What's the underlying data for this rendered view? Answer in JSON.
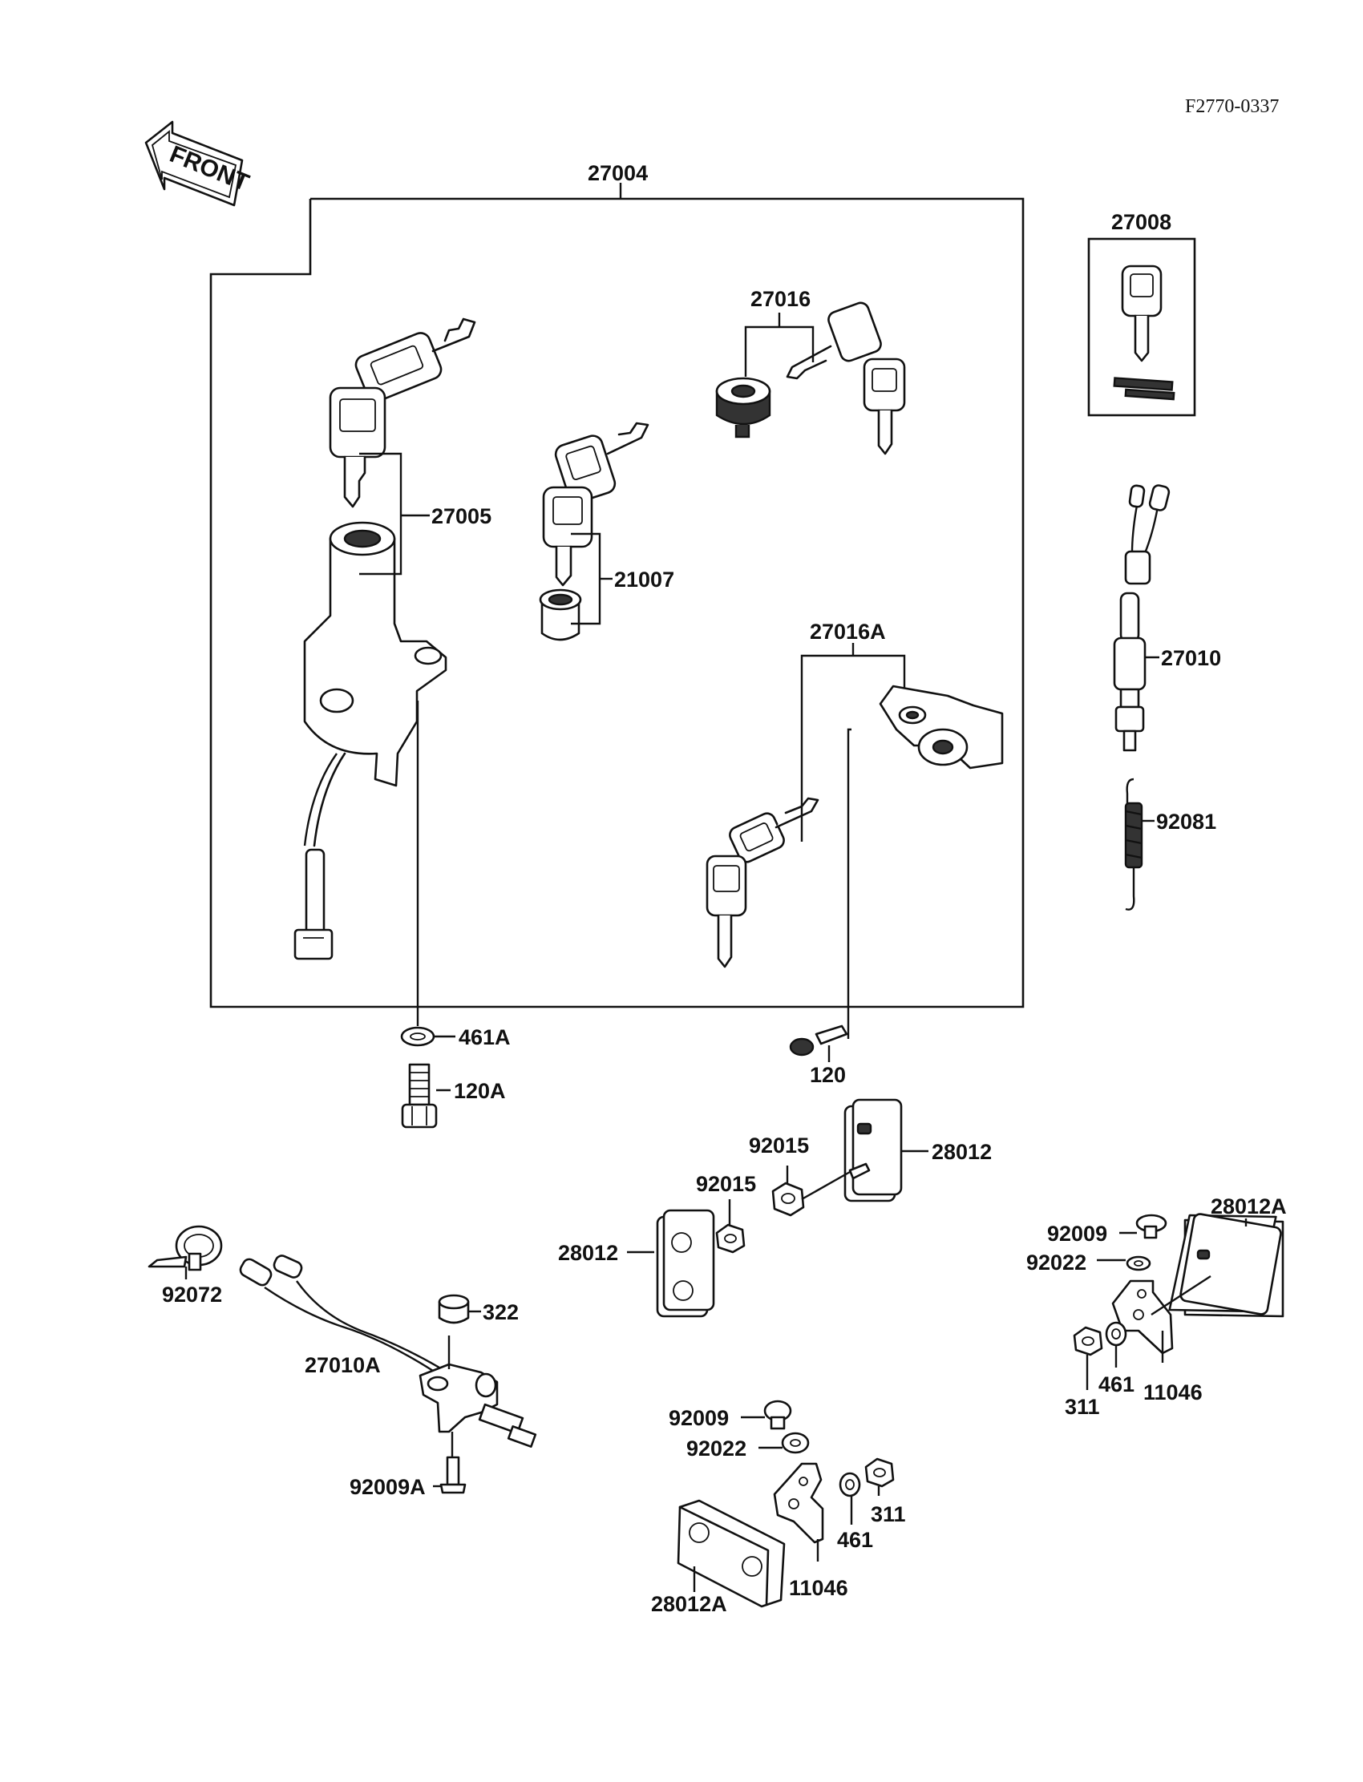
{
  "diagram": {
    "ref_code": "F2770-0337",
    "front_label": "FRONT",
    "parts": {
      "p27004": "27004",
      "p27005": "27005",
      "p21007": "21007",
      "p27016": "27016",
      "p27016A": "27016A",
      "p27008": "27008",
      "p27010": "27010",
      "p92081": "92081",
      "p461A": "461A",
      "p120A": "120A",
      "p120": "120",
      "p92015a": "92015",
      "p92015b": "92015",
      "p28012a": "28012",
      "p28012b": "28012",
      "p28012A_right": "28012A",
      "p92009_right": "92009",
      "p92022_right": "92022",
      "p311_right": "311",
      "p461_right": "461",
      "p11046_right": "11046",
      "p92072": "92072",
      "p27010A": "27010A",
      "p322": "322",
      "p92009A": "92009A",
      "p92009_bottom": "92009",
      "p92022_bottom": "92022",
      "p311_bottom": "311",
      "p461_bottom": "461",
      "p11046_bottom": "11046",
      "p28012A_bottom": "28012A"
    }
  }
}
